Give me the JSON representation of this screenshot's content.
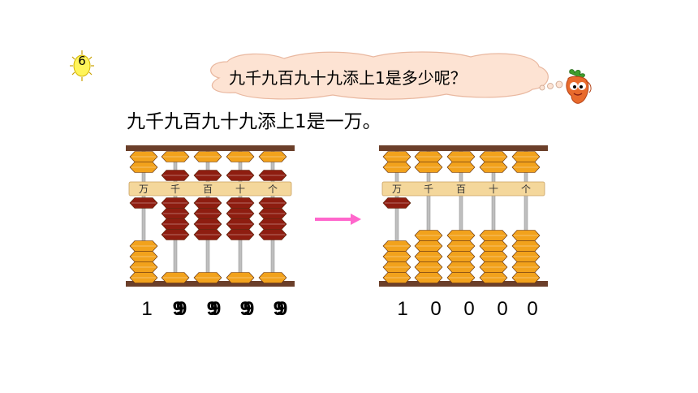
{
  "badge": {
    "number": "6"
  },
  "question": "九千九百九十九添上1是多少呢？",
  "answer": "九千九百九十九添上1是一万。",
  "abacus_left": {
    "labels": [
      "万",
      "千",
      "百",
      "十",
      "个"
    ],
    "upper_active": [
      0,
      1,
      1,
      1,
      1
    ],
    "lower_active": [
      1,
      4,
      4,
      4,
      4
    ],
    "digits": [
      "1",
      "99",
      "99",
      "99",
      "99"
    ]
  },
  "abacus_right": {
    "labels": [
      "万",
      "千",
      "百",
      "十",
      "个"
    ],
    "upper_active": [
      0,
      0,
      0,
      0,
      0
    ],
    "lower_active": [
      1,
      0,
      0,
      0,
      0
    ],
    "digits": [
      "1",
      "0",
      "0",
      "0",
      "0"
    ]
  },
  "colors": {
    "active_bead": "#8e1d10",
    "inactive_bead": "#f2a21c",
    "frame": "#6b3f2a",
    "beam": "#f4d79b",
    "arrow": "#ff66cc",
    "cloud": "#fde3d3"
  }
}
